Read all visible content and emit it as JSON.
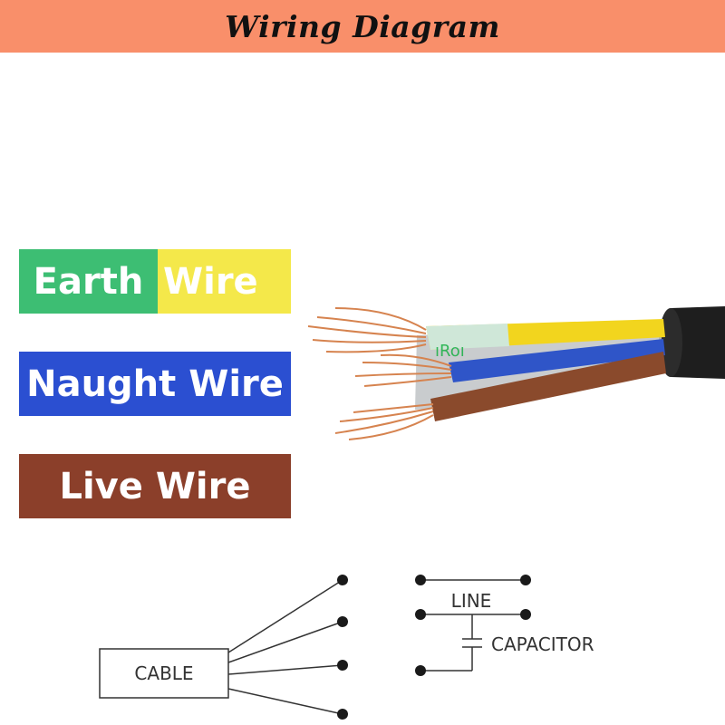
{
  "header": {
    "title": "Wiring Diagram",
    "background": "#F98F6A"
  },
  "labels": {
    "earth": {
      "word1": "Earth",
      "word2": "Wire",
      "color1": "#3DBE73",
      "color2": "#F4E84A"
    },
    "naught": {
      "text": "Naught Wire",
      "color": "#2B4FD1"
    },
    "live": {
      "text": "Live Wire",
      "color": "#8B3F2A"
    }
  },
  "schematic": {
    "cable_label": "CABLE",
    "line_label": "LINE",
    "capacitor_label": "CAPACITOR"
  },
  "colors": {
    "wire_yellow": "#F2D51E",
    "wire_blue": "#2F55C8",
    "wire_brown": "#8A4A2C",
    "sheath": "#1E1E1E",
    "copper": "#D6834F"
  }
}
